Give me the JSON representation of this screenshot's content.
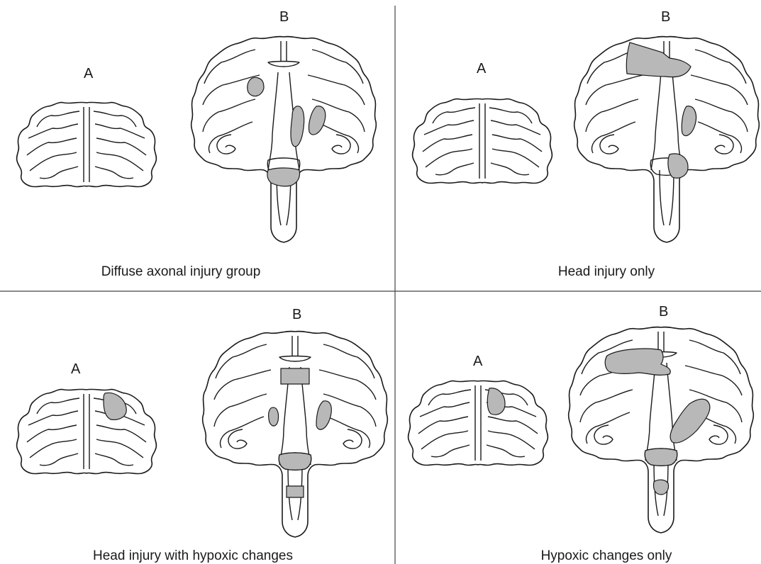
{
  "panels": [
    {
      "caption": "Diffuse axonal injury group",
      "label_a": "A",
      "label_b": "B"
    },
    {
      "caption": "Head injury only",
      "label_a": "A",
      "label_b": "B"
    },
    {
      "caption": "Head injury with hypoxic changes",
      "label_a": "A",
      "label_b": "B"
    },
    {
      "caption": "Hypoxic changes only",
      "label_a": "A",
      "label_b": "B"
    }
  ],
  "colors": {
    "lesion_fill": "#b8b8b8",
    "ink": "#1a1a1a",
    "background": "#ffffff"
  }
}
